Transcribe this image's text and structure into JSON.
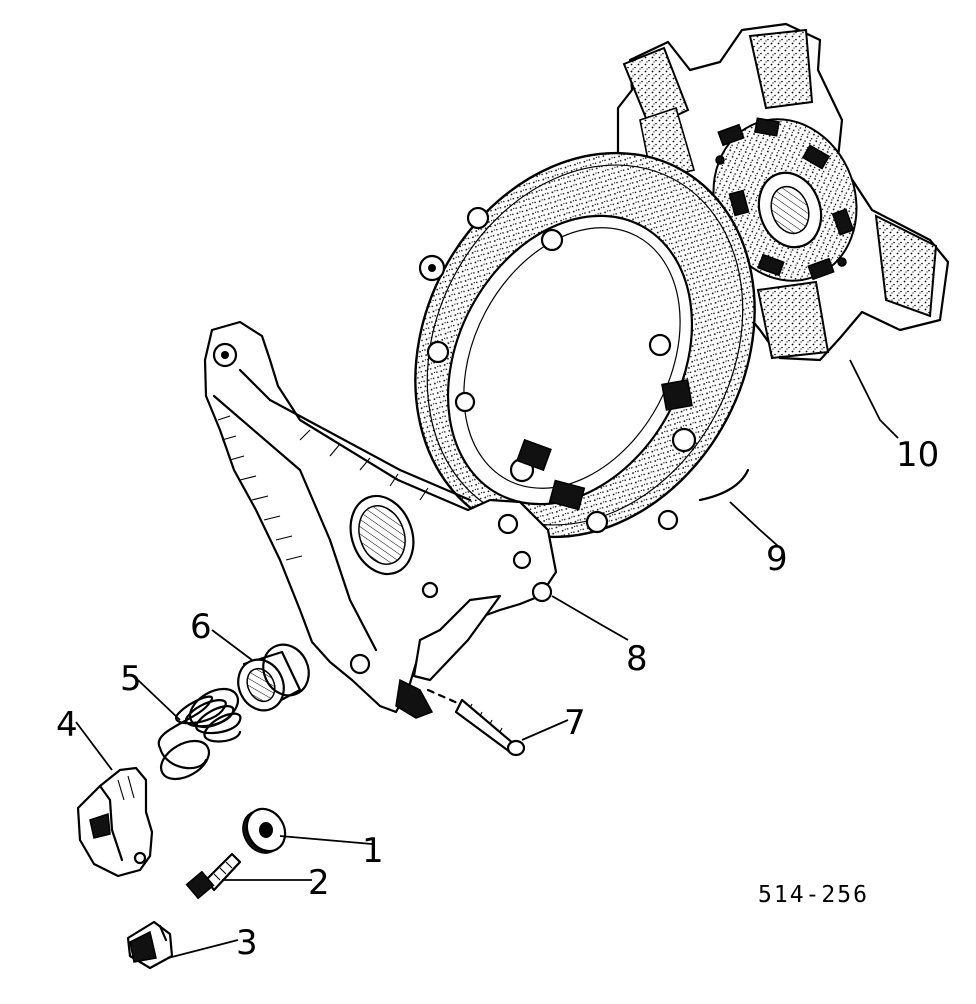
{
  "callouts": {
    "c1": "1",
    "c2": "2",
    "c3": "3",
    "c4": "4",
    "c5": "5",
    "c6": "6",
    "c7": "7",
    "c8": "8",
    "c9": "9",
    "c10": "10"
  },
  "reference_number": "514-256"
}
